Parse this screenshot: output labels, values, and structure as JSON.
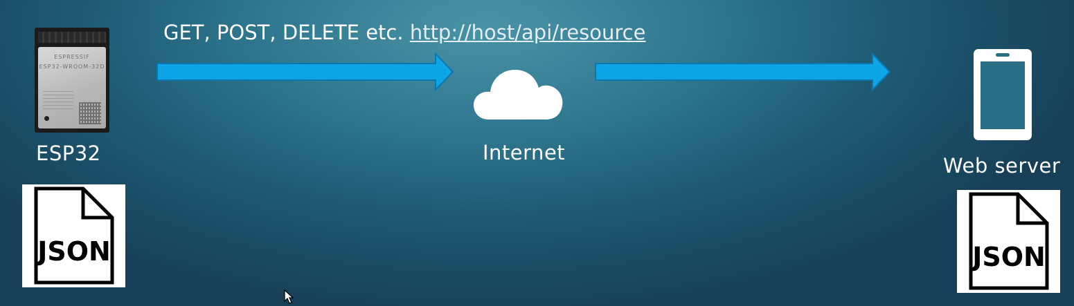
{
  "request": {
    "methods": "GET, POST, DELETE etc.",
    "url": "http://host/api/resource"
  },
  "esp32": {
    "label": "ESP32",
    "chip_brand": "ESPRESSIF",
    "chip_model": "ESP32-WROOM-32D"
  },
  "internet": {
    "label": "Internet"
  },
  "server": {
    "label": "Web server"
  },
  "json_doc": {
    "label": "JSON"
  },
  "colors": {
    "arrow": "#0ea5e6",
    "arrow_border": "#0b77b0",
    "background_top": "#4a93a6",
    "background_bottom": "#173f57"
  },
  "icons": {
    "cloud": "cloud-icon",
    "phone": "phone-icon",
    "document": "json-document-icon",
    "cursor": "mouse-pointer-icon"
  }
}
